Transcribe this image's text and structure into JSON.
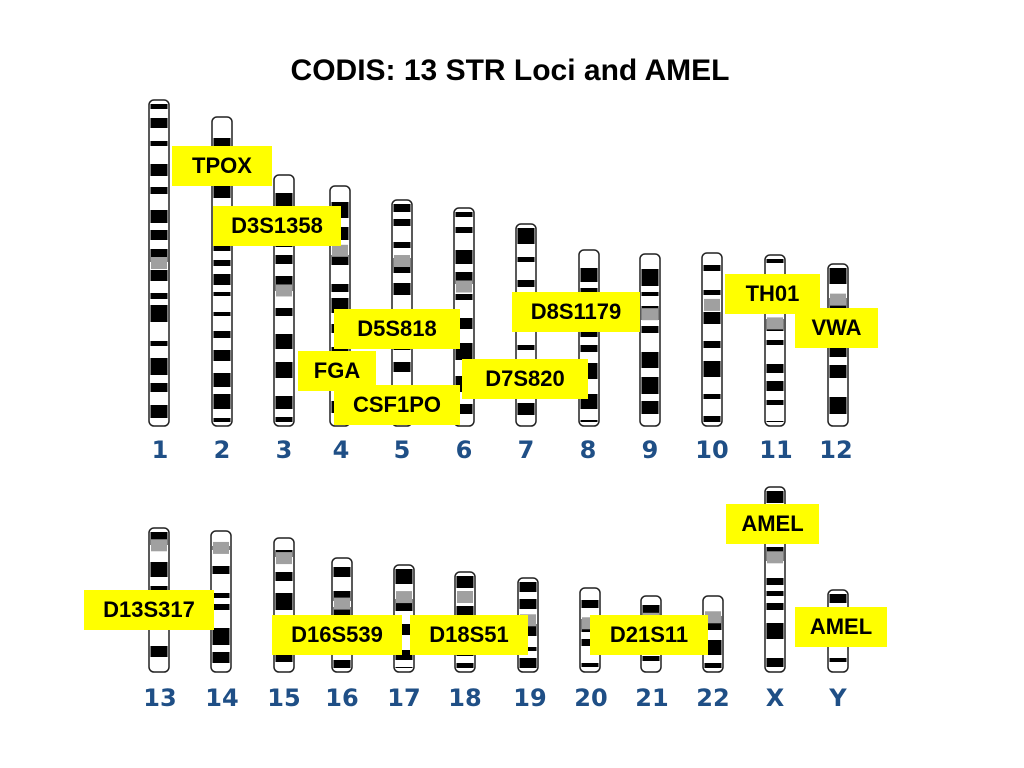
{
  "title": "CODIS: 13 STR Loci and AMEL",
  "chromosomes": [
    {
      "label": "1"
    },
    {
      "label": "2"
    },
    {
      "label": "3"
    },
    {
      "label": "4"
    },
    {
      "label": "5"
    },
    {
      "label": "6"
    },
    {
      "label": "7"
    },
    {
      "label": "8"
    },
    {
      "label": "9"
    },
    {
      "label": "10"
    },
    {
      "label": "11"
    },
    {
      "label": "12"
    },
    {
      "label": "13"
    },
    {
      "label": "14"
    },
    {
      "label": "15"
    },
    {
      "label": "16"
    },
    {
      "label": "17"
    },
    {
      "label": "18"
    },
    {
      "label": "19"
    },
    {
      "label": "20"
    },
    {
      "label": "21"
    },
    {
      "label": "22"
    },
    {
      "label": "X"
    },
    {
      "label": "Y"
    }
  ],
  "loci": [
    {
      "name": "TPOX"
    },
    {
      "name": "D3S1358"
    },
    {
      "name": "D5S818"
    },
    {
      "name": "FGA"
    },
    {
      "name": "CSF1PO"
    },
    {
      "name": "D7S820"
    },
    {
      "name": "D8S1179"
    },
    {
      "name": "TH01"
    },
    {
      "name": "VWA"
    },
    {
      "name": "AMEL"
    },
    {
      "name": "D13S317"
    },
    {
      "name": "D16S539"
    },
    {
      "name": "D18S51"
    },
    {
      "name": "D21S11"
    },
    {
      "name": "AMEL"
    }
  ],
  "colors": {
    "label_background": "#ffff00",
    "chromosome_number": "#1f4f86",
    "band_dark": "#000000",
    "band_light": "#ffffff",
    "centromere": "#a0a0a0"
  }
}
